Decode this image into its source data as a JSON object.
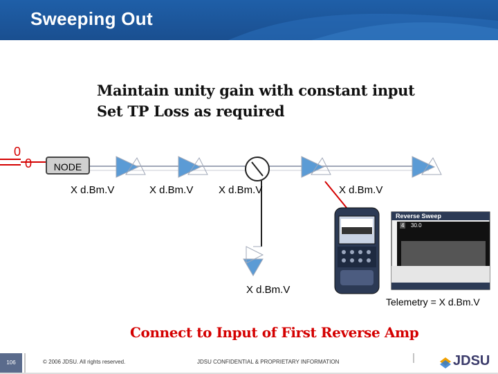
{
  "header": {
    "title": "Sweeping Out"
  },
  "headings": {
    "line1": "Maintain unity gain with constant input",
    "line2": "Set TP Loss as required"
  },
  "diagram": {
    "node_label": "NODE",
    "level_labels": [
      "X d.Bm.V",
      "X d.Bm.V",
      "X d.Bm.V",
      "X d.Bm.V",
      "X d.Bm.V"
    ],
    "telemetry": "Telemetry = X d.Bm.V",
    "screen": {
      "title": "Reverse Sweep",
      "marker": "4",
      "value": "30.0"
    },
    "colors": {
      "amp_fill": "#5b9bd5",
      "line": "#a0a8b8",
      "probe": "#d40000"
    }
  },
  "bottom_heading": "Connect to Input of First Reverse Amp",
  "footer": {
    "page_number": "106",
    "copyright": "© 2006 JDSU. All rights reserved.",
    "confidential": "JDSU CONFIDENTIAL & PROPRIETARY INFORMATION",
    "logo": "JDSU"
  }
}
